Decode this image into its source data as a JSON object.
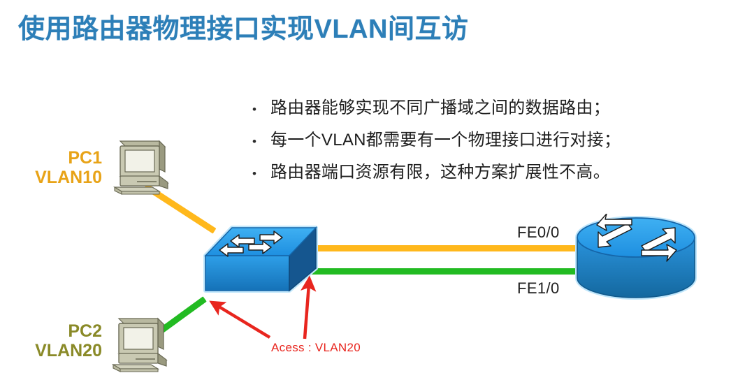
{
  "slide": {
    "title": "使用路由器物理接口实现VLAN间互访",
    "title_color": "#2d7fb8",
    "background": "#ffffff"
  },
  "bullets": [
    {
      "marker": "•",
      "text": "路由器能够实现不同广播域之间的数据路由；"
    },
    {
      "marker": "•",
      "text": "每一个VLAN都需要有一个物理接口进行对接；"
    },
    {
      "marker": "•",
      "text": "路由器端口资源有限，这种方案扩展性不高。"
    }
  ],
  "diagram": {
    "nodes": [
      {
        "id": "pc1",
        "type": "pc",
        "name": "PC1",
        "vlan": "VLAN10",
        "label_color": "#e8a317"
      },
      {
        "id": "pc2",
        "type": "pc",
        "name": "PC2",
        "vlan": "VLAN20",
        "label_color": "#8a8a28"
      },
      {
        "id": "switch",
        "type": "switch",
        "color": "#2196e8"
      },
      {
        "id": "router",
        "type": "router",
        "color": "#1f8ad4"
      }
    ],
    "links": [
      {
        "id": "pc1-switch",
        "from": "pc1",
        "to": "switch",
        "color": "#ffb81c"
      },
      {
        "id": "pc2-switch",
        "from": "pc2",
        "to": "switch",
        "color": "#22bb22"
      },
      {
        "id": "switch-router-fe0",
        "from": "switch",
        "to": "router",
        "color": "#ffb81c"
      },
      {
        "id": "switch-router-fe1",
        "from": "switch",
        "to": "router",
        "color": "#22bb22"
      }
    ],
    "interface_labels": [
      {
        "id": "fe00",
        "text": "FE0/0"
      },
      {
        "id": "fe10",
        "text": "FE1/0"
      }
    ],
    "annotations": [
      {
        "id": "access-vlan20",
        "text": "Acess : VLAN20",
        "color": "#e8251e"
      }
    ]
  }
}
